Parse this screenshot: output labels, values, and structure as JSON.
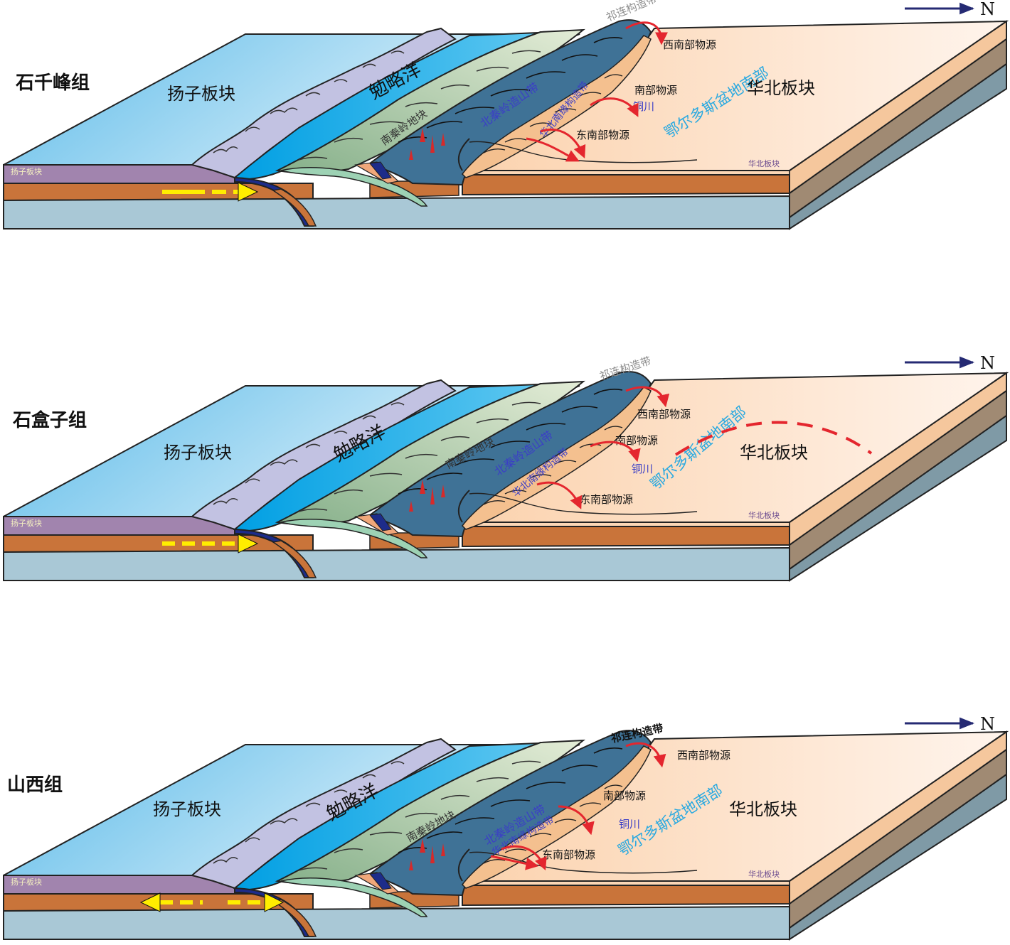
{
  "north_label": "N",
  "panels": [
    {
      "formation": "石千峰组",
      "yangtze_plate": "扬子板块",
      "yangtze_plate_small": "扬子板块",
      "mianlue_ocean": "勉略洋",
      "south_qinling": "南秦岭地块",
      "north_qinling": "北秦岭造山带",
      "north_china_margin": "华北南缘构造带",
      "qilian": "祁连构造带",
      "sw_source": "西南部物源",
      "s_source": "南部物源",
      "se_source": "东南部物源",
      "tongchuan": "铜川",
      "ordos_south": "鄂尔多斯盆地南部",
      "north_china_plate": "华北板块",
      "north_china_plate_small": "华北板块"
    },
    {
      "formation": "石盒子组",
      "yangtze_plate": "扬子板块",
      "yangtze_plate_small": "扬子板块",
      "mianlue_ocean": "勉略洋",
      "south_qinling": "南秦岭地块",
      "north_qinling": "北秦岭造山带",
      "north_china_margin": "华北南缘构造带",
      "qilian": "祁连构造带",
      "sw_source": "西南部物源",
      "s_source": "南部物源",
      "se_source": "东南部物源",
      "tongchuan": "铜川",
      "ordos_south": "鄂尔多斯盆地南部",
      "north_china_plate": "华北板块",
      "north_china_plate_small": "华北板块"
    },
    {
      "formation": "山西组",
      "yangtze_plate": "扬子板块",
      "yangtze_plate_small": "扬子板块",
      "mianlue_ocean": "勉略洋",
      "south_qinling": "南秦岭地块",
      "north_qinling": "北秦岭造山带",
      "north_china_margin": "华北南缘构造带",
      "qilian": "祁连构造带",
      "sw_source": "西南部物源",
      "s_source": "南部物源",
      "se_source": "东南部物源",
      "tongchuan": "铜川",
      "ordos_south": "鄂尔多斯盆地南部",
      "north_china_plate": "华北板块",
      "north_china_plate_small": "华北板块"
    }
  ],
  "colors": {
    "yangtze_sea": "#6fc7ef",
    "mianlue_ocean": "#00a6e8",
    "yangtze_mountain": "#c2c2e2",
    "south_qinling": "#b3cfa6",
    "north_qinling": "#3f7296",
    "north_china": "#fbd7b6",
    "crust_orange": "#c9743a",
    "mantle_blue": "#a9c8d6",
    "source_arrow": "#e4262e",
    "motion_arrow": "#ffed00",
    "ordos_text": "#2aa9e0",
    "north_arrow": "#252a73"
  }
}
